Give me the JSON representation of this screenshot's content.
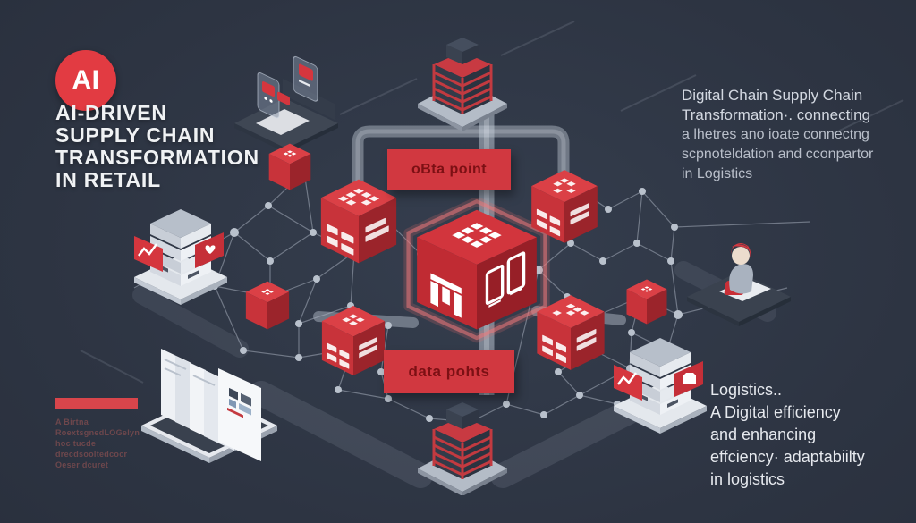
{
  "branding": {
    "logo": "AI"
  },
  "headline": {
    "lines": [
      "AI-DRIVEN",
      "SUPPLY CHAIN",
      "TRANSFORMATION",
      "IN RETAIL"
    ]
  },
  "top_right": {
    "lines": [
      "Digital Chain Supply Chain",
      "Transformation·. connecting",
      "a lhetres ano ioate connectng",
      "scpnoteldation and cconpartor",
      "in Logistics"
    ]
  },
  "bottom_right": {
    "lines": [
      "Logistics..",
      "A  Digital efficiency",
      "and  enhancing",
      "effciency· adaptabiilty",
      "in logistics"
    ]
  },
  "bottom_left": {
    "lines": [
      "A Birtna",
      "RoextsgnedLOGelyn",
      "hoc tucde",
      "drecdsooltedcocr",
      "Oeser dcuret"
    ]
  },
  "diagram": {
    "labels": {
      "top": "oBta point",
      "bottom": "data pohts"
    }
  },
  "colors": {
    "background": "#2d3442",
    "accent_red": "#d5363e",
    "cube_top": "#d84a50",
    "cube_left": "#c22f36",
    "cube_right": "#9b242b",
    "text_light": "#f0f2f4",
    "text_muted": "#c6ccd6",
    "platform_gray": "#b6bdc8"
  }
}
